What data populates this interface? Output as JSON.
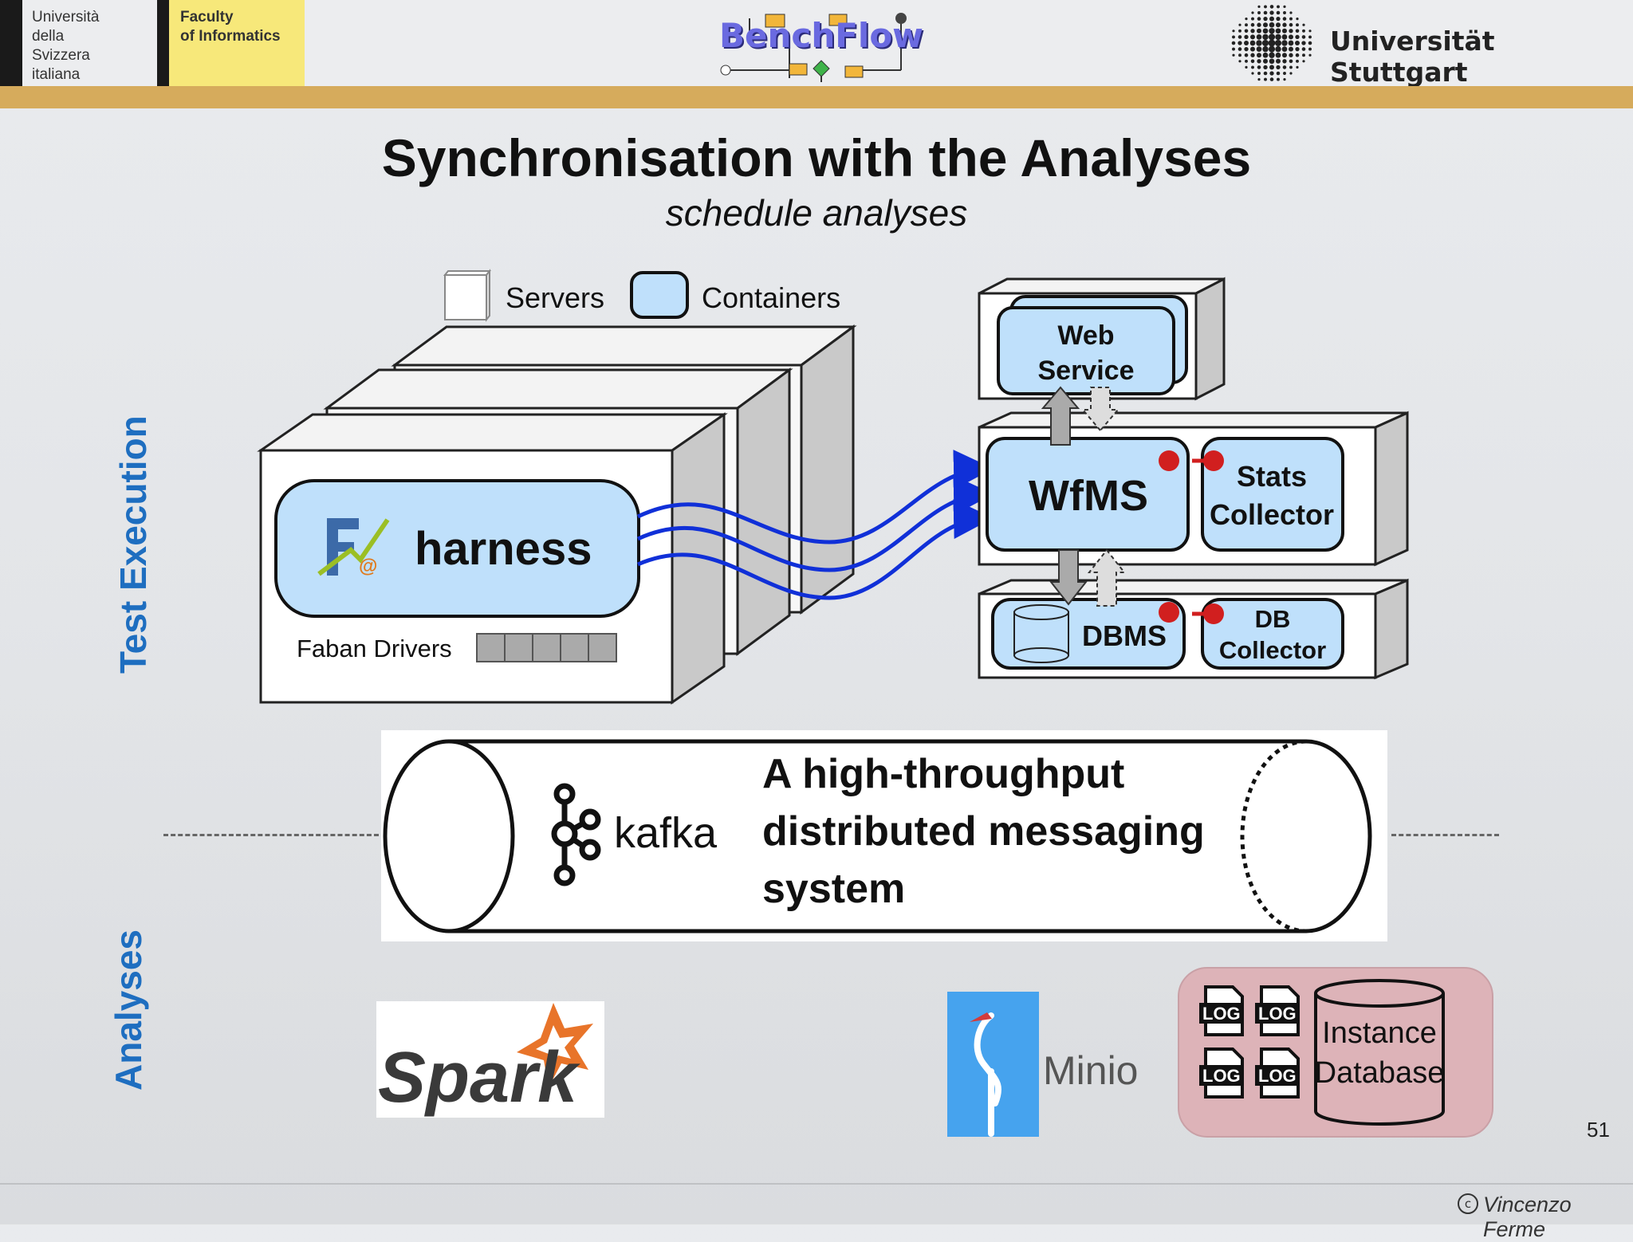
{
  "header": {
    "usi_name": "Università\ndella\nSvizzera\nitaliana",
    "faculty": "Faculty\nof Informatics",
    "benchflow_logo": "BenchFlow",
    "university": "Universität Stuttgart"
  },
  "slide": {
    "title": "Synchronisation with the Analyses",
    "subtitle": "schedule analyses",
    "page_number": "51",
    "author": "Vincenzo Ferme"
  },
  "side_labels": {
    "top": "Test Execution",
    "bottom": "Analyses"
  },
  "legend": {
    "servers": "Servers",
    "containers": "Containers"
  },
  "harness": {
    "label": "harness",
    "drivers_label": "Faban Drivers"
  },
  "system": {
    "web_service": [
      "Web",
      "Service"
    ],
    "wfms": "WfMS",
    "stats_collector": [
      "Stats",
      "Collector"
    ],
    "dbms": "DBMS",
    "db_collector": [
      "DB",
      "Collector"
    ]
  },
  "kafka": {
    "logo_text": "kafka",
    "description": [
      "A high-throughput",
      "distributed messaging",
      "system"
    ]
  },
  "analyses": {
    "spark": "Spark",
    "minio": "Minio",
    "log_label": "LOG",
    "instance_db": [
      "Instance",
      "Database"
    ]
  },
  "colors": {
    "container_fill": "#bfe0fb",
    "arrow_blue": "#1030d8",
    "accent_gold": "#d6ab5c",
    "label_blue": "#1e6ec0",
    "collector_red": "#d11f1f",
    "spark_orange": "#e8742a",
    "minio_blue": "#46a3ee",
    "db_panel": "#ddb3b8"
  },
  "icons": [
    "faban-logo-icon",
    "kafka-logo-icon",
    "log-file-icon",
    "database-cylinder-icon",
    "crane-icon",
    "spark-star-icon",
    "copyright-icon"
  ]
}
